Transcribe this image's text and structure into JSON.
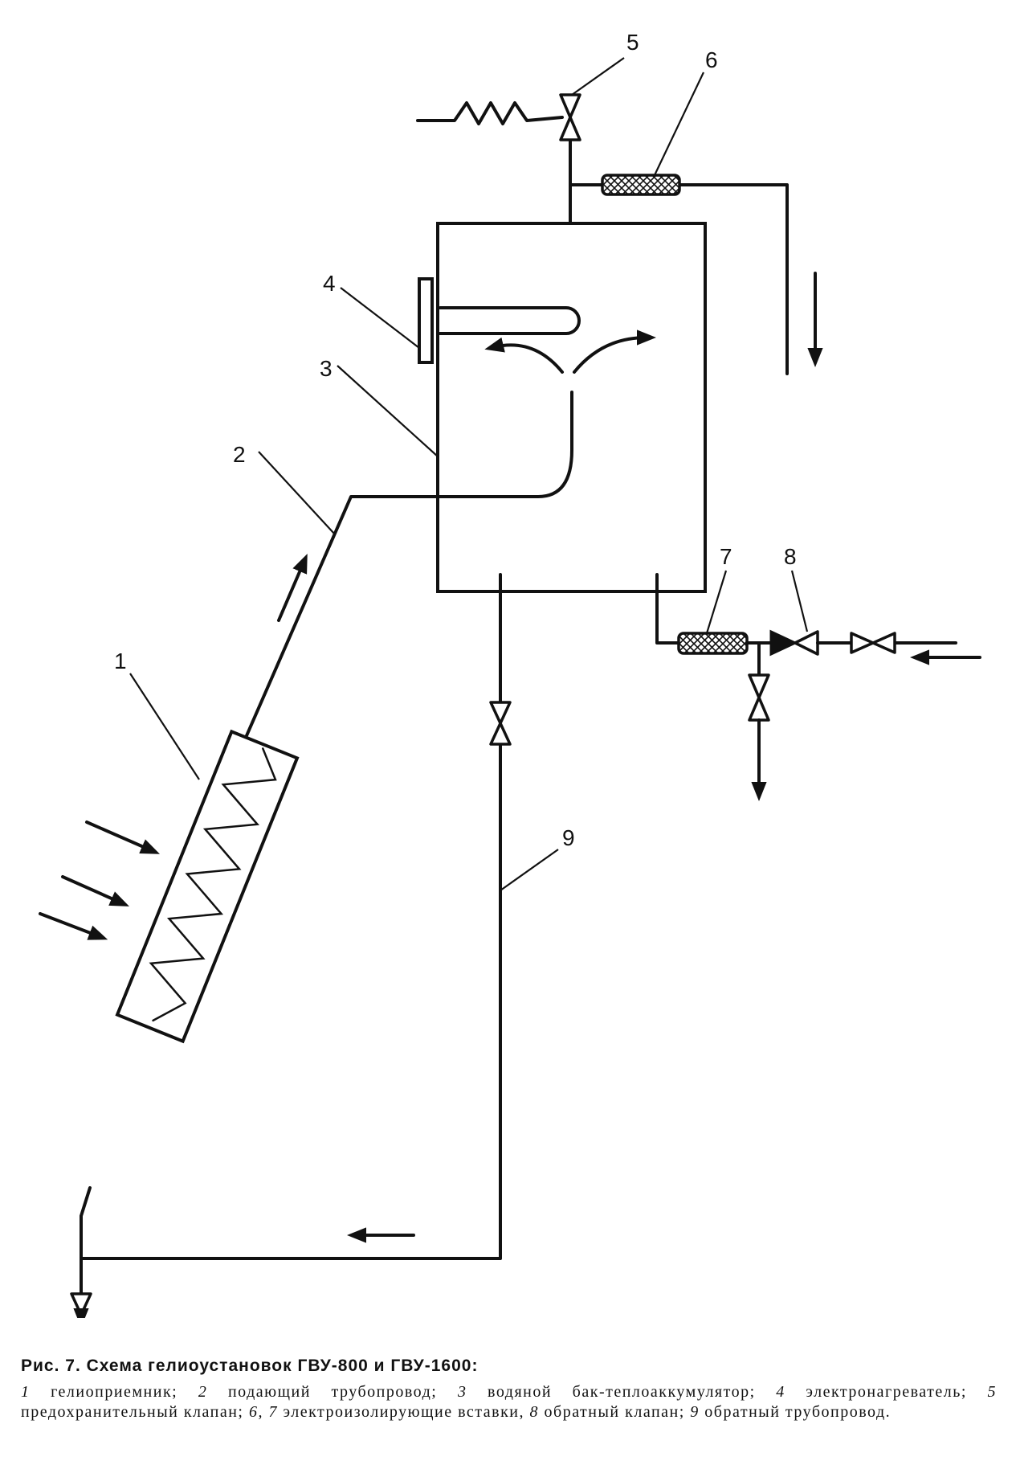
{
  "diagram": {
    "labels": {
      "1": "1",
      "2": "2",
      "3": "3",
      "4": "4",
      "5": "5",
      "6": "6",
      "7": "7",
      "8": "8",
      "9": "9"
    }
  },
  "caption": {
    "title": "Рис. 7. Схема гелиоустановок ГВУ-800 и ГВУ-1600:",
    "legend": [
      {
        "num": "1",
        "text": "гелиоприемник;"
      },
      {
        "num": "2",
        "text": "подающий трубопровод;"
      },
      {
        "num": "3",
        "text": "водяной бак-теплоаккумулятор;"
      },
      {
        "num": "4",
        "text": "электронагреватель;"
      },
      {
        "num": "5",
        "text": "предохранительный клапан;"
      },
      {
        "num": "6, 7",
        "text": "электроизолирующие вставки,"
      },
      {
        "num": "8",
        "text": "обратный клапан;"
      },
      {
        "num": "9",
        "text": "обратный трубопровод."
      }
    ]
  }
}
